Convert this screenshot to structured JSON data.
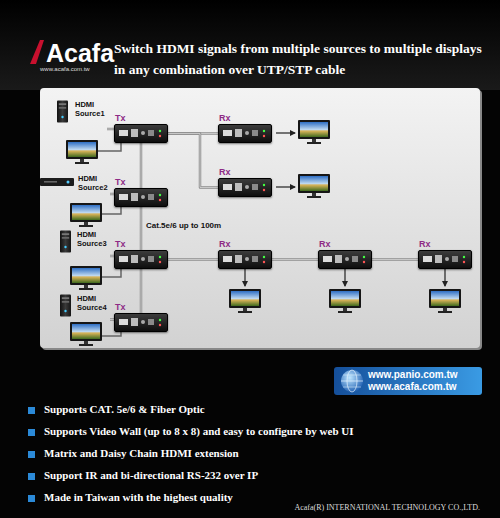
{
  "diagram": {
    "title": "Switch HDMI signals from multiple sources to multiple displays in any combination over UTP/STP cable",
    "nodes": [
      {
        "text": [
          "HDMI Source1"
        ]
      },
      {
        "text": [
          "Tx"
        ]
      },
      {
        "text": [
          "Rx"
        ]
      },
      {
        "text": [
          "Rx"
        ]
      },
      {
        "text": [
          "HDMI Source2"
        ]
      },
      {
        "text": [
          "Tx"
        ]
      },
      {
        "text": [
          "HDMI Source3"
        ]
      },
      {
        "text": [
          "Tx"
        ]
      },
      {
        "text": [
          "Rx"
        ]
      },
      {
        "text": [
          "Rx"
        ]
      },
      {
        "text": [
          "Rx"
        ]
      },
      {
        "text": [
          "HDMI Source4"
        ]
      },
      {
        "text": [
          "Tx"
        ]
      }
    ],
    "edges": [
      {
        "from": 0,
        "to": 1,
        "arrow": "none"
      },
      {
        "from": 1,
        "to": 2,
        "arrow": "none"
      },
      {
        "from": 1,
        "to": 3,
        "arrow": "none"
      },
      {
        "from": 4,
        "to": 5,
        "arrow": "none"
      },
      {
        "from": 1,
        "to": 5,
        "arrow": "none"
      },
      {
        "from": 5,
        "to": 7,
        "arrow": "none"
      },
      {
        "from": 6,
        "to": 7,
        "arrow": "none"
      },
      {
        "from": 7,
        "to": 8,
        "arrow": "none"
      },
      {
        "from": 8,
        "to": 9,
        "arrow": "none"
      },
      {
        "from": 9,
        "to": 10,
        "arrow": "none"
      },
      {
        "from": 11,
        "to": 12,
        "arrow": "none"
      },
      {
        "from": 7,
        "to": 12,
        "arrow": "none"
      }
    ],
    "labels": [
      "Acafa",
      "www.acafa.com.tw",
      "Cat.5e/6 up to 100m",
      "www.panio.com.tw",
      "www.acafa.com.tw",
      "Supports CAT. 5e/6 & Fiber Optic",
      "Supports Video Wall (up to 8 x 8) and easy to configure by web UI",
      "Matrix and Daisy Chain HDMI extension",
      "Support IR and bi-directional RS-232 over IP",
      "Made in Taiwan with the highest quality",
      "Acafa(R) INTERNATIONAL TECHNOLOGY CO.,LTD."
    ]
  }
}
